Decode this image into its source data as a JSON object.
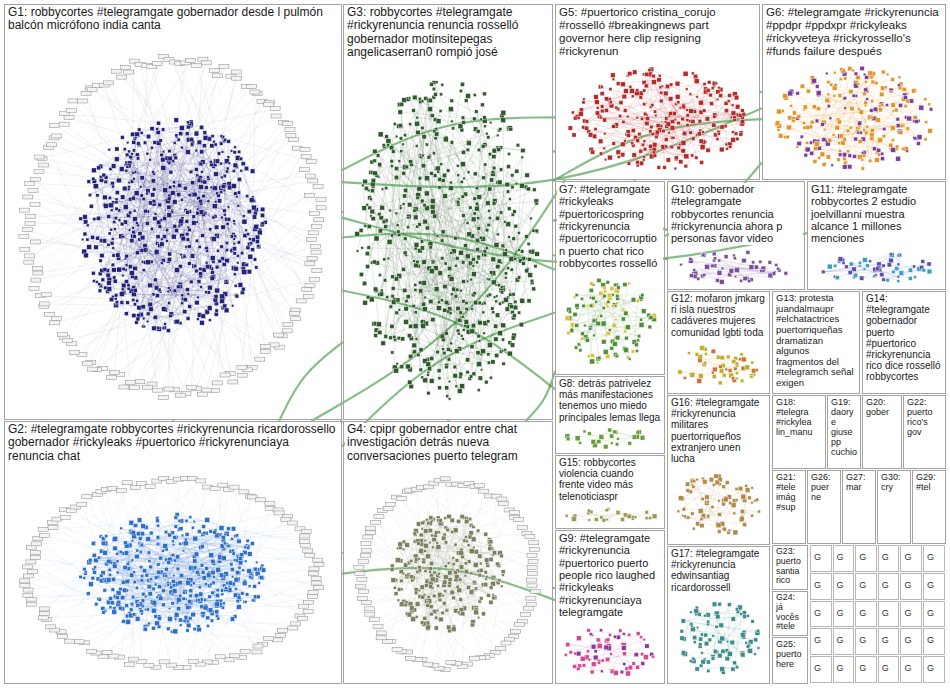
{
  "diagram": {
    "nodes": [
      {
        "text": [
          "G1: robbycortes #telegramgate gobernador desde l pulmón balcón micrófono india canta"
        ]
      },
      {
        "text": [
          "G3: robbycortes #telegramgate #rickyrenuncia renuncia rosselló gobernador motinsitepegas angelicaserran0 rompió josé"
        ]
      },
      {
        "text": [
          "G5: #puertorico cristina_corujo #rosselló #breakingnews part governor here clip resigning #rickyrenun"
        ]
      },
      {
        "text": [
          "G6: #telegramgate #rickyrenuncia #ppdpr #ppdxpr #rickyleaks #rickyveteya #rickyrossello's #funds failure después"
        ]
      },
      {
        "text": [
          "G7: #telegramgate #rickyleaks #puertoricospring #rickyrenuncia #puertoricocorruption puerto chat rico robbycortes rosselló"
        ]
      },
      {
        "text": [
          "G10: gobernador #telegramgate robbycortes renuncia #rickyrenuncia ahora p personas favor video"
        ]
      },
      {
        "text": [
          "G11: #telegramgate robbycortes 2 estudio joelvillanni muestra alcance 1 millones menciones"
        ]
      },
      {
        "text": [
          "G12: mofaron jmkarg ri isla nuestros cadáveres mujeres comunidad lgbti toda"
        ]
      },
      {
        "text": [
          "G13: protesta juandalmaupr #elchatactrices puertorriqueñas dramatizan algunos fragmentos del #telegramch señal exigen"
        ]
      },
      {
        "text": [
          "G14: #telegramgate gobernador puerto #puertorico #rickyrenuncia rico dice rosselló robbycortes"
        ]
      },
      {
        "text": [
          "G2: #telegramgate robbycortes #rickyrenuncia ricardorossello gobernador #rickyleaks #puertorico #rickyrenunciaya renuncia chat"
        ]
      },
      {
        "text": [
          "G4: cpipr gobernador entre chat investigación detrás nueva conversaciones puerto telegram"
        ]
      },
      {
        "text": [
          "G8: detrás patrivelez más manifestaciones tenemos uno miedo principales lemas llega"
        ]
      },
      {
        "text": [
          "G15: robbycortes violencia cuando frente video más telenoticiaspr"
        ]
      },
      {
        "text": [
          "G9: #telegramgate #rickyrenuncia #puertorico puerto people rico laughed #rickyleaks #rickyrenunciaya telegramgate"
        ]
      },
      {
        "text": [
          "G16: #telegramgate #rickyrenuncia militares puertorriqueños extranjero unen lucha"
        ]
      },
      {
        "text": [
          "G17: #telegramgate #rickyrenuncia edwinsantiag ricardorossell"
        ]
      },
      {
        "text": [
          "G18: #telegra #rickylea lin_manu"
        ]
      },
      {
        "text": [
          "G19: daorye giusepp cuchio"
        ]
      },
      {
        "text": [
          "G20: gober"
        ]
      },
      {
        "text": [
          "G22: puerto rico's gov"
        ]
      },
      {
        "text": [
          "G21: #tele imág #sup"
        ]
      },
      {
        "text": [
          "G26: puer ne"
        ]
      },
      {
        "text": [
          "G27: mar"
        ]
      },
      {
        "text": [
          "G30: cry"
        ]
      },
      {
        "text": [
          "G29: #tel"
        ]
      },
      {
        "text": [
          "G23: puerto santia rico"
        ]
      },
      {
        "text": [
          "G24: já vocês #tele"
        ]
      },
      {
        "text": [
          "G25: puerto here"
        ]
      },
      {
        "text": [
          "G"
        ]
      },
      {
        "text": [
          "G"
        ]
      },
      {
        "text": [
          "G"
        ]
      },
      {
        "text": [
          "G"
        ]
      },
      {
        "text": [
          "G"
        ]
      },
      {
        "text": [
          "G"
        ]
      },
      {
        "text": [
          "G"
        ]
      },
      {
        "text": [
          "G"
        ]
      },
      {
        "text": [
          "G"
        ]
      },
      {
        "text": [
          "G"
        ]
      },
      {
        "text": [
          "G"
        ]
      },
      {
        "text": [
          "G"
        ]
      },
      {
        "text": [
          "G"
        ]
      },
      {
        "text": [
          "G"
        ]
      },
      {
        "text": [
          "G"
        ]
      },
      {
        "text": [
          "G"
        ]
      },
      {
        "text": [
          "G"
        ]
      },
      {
        "text": [
          "G"
        ]
      },
      {
        "text": [
          "G"
        ]
      },
      {
        "text": [
          "G"
        ]
      },
      {
        "text": [
          "G"
        ]
      },
      {
        "text": [
          "G"
        ]
      },
      {
        "text": [
          "G"
        ]
      },
      {
        "text": [
          "G"
        ]
      },
      {
        "text": [
          "G"
        ]
      },
      {
        "text": [
          "G"
        ]
      },
      {
        "text": [
          "G"
        ]
      },
      {
        "text": [
          "G"
        ]
      },
      {
        "text": [
          "G"
        ]
      },
      {
        "text": [
          "G"
        ]
      }
    ],
    "edges": [
      {
        "from": 0,
        "to": 1,
        "arrow": "none"
      },
      {
        "from": 0,
        "to": 10,
        "arrow": "none"
      },
      {
        "from": 0,
        "to": 11,
        "arrow": "none"
      },
      {
        "from": 0,
        "to": 2,
        "arrow": "none"
      },
      {
        "from": 0,
        "to": 3,
        "arrow": "none"
      },
      {
        "from": 0,
        "to": 4,
        "arrow": "none"
      },
      {
        "from": 0,
        "to": 6,
        "arrow": "none"
      },
      {
        "from": 0,
        "to": 12,
        "arrow": "none"
      },
      {
        "from": 1,
        "to": 2,
        "arrow": "none"
      },
      {
        "from": 1,
        "to": 3,
        "arrow": "none"
      },
      {
        "from": 1,
        "to": 4,
        "arrow": "none"
      },
      {
        "from": 1,
        "to": 5,
        "arrow": "none"
      },
      {
        "from": 1,
        "to": 10,
        "arrow": "none"
      },
      {
        "from": 1,
        "to": 11,
        "arrow": "none"
      },
      {
        "from": 10,
        "to": 11,
        "arrow": "none"
      },
      {
        "from": 10,
        "to": 4,
        "arrow": "none"
      },
      {
        "from": 10,
        "to": 2,
        "arrow": "none"
      },
      {
        "from": 10,
        "to": 14,
        "arrow": "none"
      },
      {
        "from": 11,
        "to": 4,
        "arrow": "none"
      },
      {
        "from": 11,
        "to": 14,
        "arrow": "none"
      },
      {
        "from": 2,
        "to": 3,
        "arrow": "none"
      },
      {
        "from": 4,
        "to": 2,
        "arrow": "none"
      },
      {
        "from": 4,
        "to": 3,
        "arrow": "none"
      },
      {
        "from": 4,
        "to": 5,
        "arrow": "none"
      }
    ]
  }
}
